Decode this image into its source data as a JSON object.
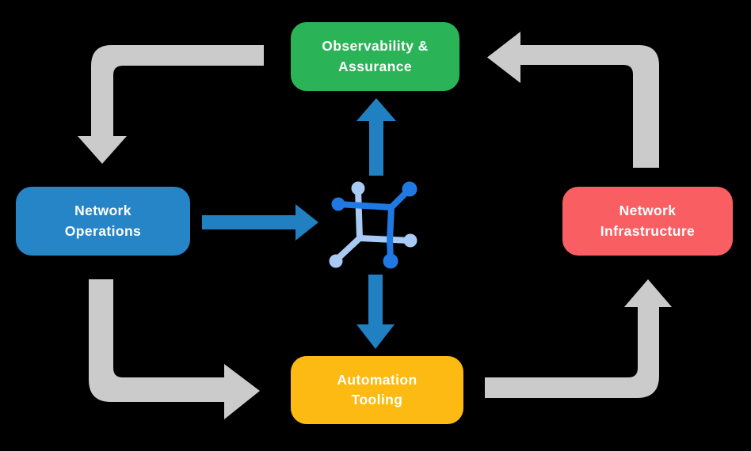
{
  "diagram": {
    "background_color": "#000000",
    "nodes": {
      "observability": {
        "label": "Observability &\nAssurance",
        "color": "#2bb357",
        "text_color": "#ffffff"
      },
      "operations": {
        "label": "Network\nOperations",
        "color": "#2585c7",
        "text_color": "#ffffff"
      },
      "infrastructure": {
        "label": "Network\nInfrastructure",
        "color": "#f95f62",
        "text_color": "#ffffff"
      },
      "automation": {
        "label": "Automation\nTooling",
        "color": "#fcba12",
        "text_color": "#ffffff"
      }
    },
    "center_icon": {
      "name": "network-mesh-icon",
      "dark_color": "#2079e2",
      "light_color": "#a9caf5"
    },
    "arrows": {
      "gray_color": "#cbcbcb",
      "blue_color": "#2180c1",
      "gray_flow": [
        {
          "from": "Observability & Assurance",
          "to": "Network Operations"
        },
        {
          "from": "Network Operations",
          "to": "Automation Tooling"
        },
        {
          "from": "Automation Tooling",
          "to": "Network Infrastructure"
        },
        {
          "from": "Network Infrastructure",
          "to": "Observability & Assurance"
        }
      ],
      "blue_flow": [
        {
          "from": "Network Operations",
          "to": "center-icon"
        },
        {
          "from": "center-icon",
          "to": "Observability & Assurance"
        },
        {
          "from": "center-icon",
          "to": "Automation Tooling"
        }
      ]
    }
  }
}
